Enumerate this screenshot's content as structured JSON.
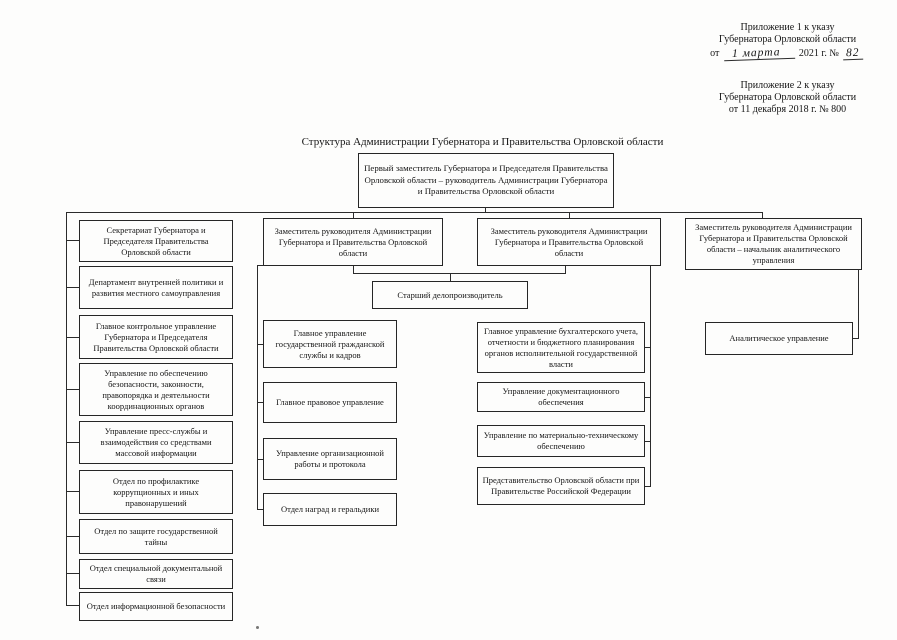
{
  "annexes": [
    {
      "line1": "Приложение 1 к указу",
      "line2": "Губернатора Орловской области",
      "prefix": "от",
      "handwritten_date": "1 марта",
      "middle": "2021 г. №",
      "handwritten_number": "82"
    },
    {
      "line1": "Приложение 2 к указу",
      "line2": "Губернатора Орловской области",
      "line3": "от 11 декабря 2018 г. № 800"
    }
  ],
  "title": "Структура Администрации Губернатора и Правительства Орловской области",
  "root": "Первый заместитель Губернатора и Председателя Правительства Орловской области – руководитель Администрации Губернатора и Правительства Орловской области",
  "senior_clerk": "Старший делопроизводитель",
  "column1": {
    "boxes": [
      "Секретариат Губернатора и Председателя Правительства Орловской области",
      "Департамент внутренней политики и развития местного самоуправления",
      "Главное контрольное управление Губернатора и Председателя Правительства Орловской области",
      "Управление по обеспечению безопасности, законности, правопорядка и деятельности координационных органов",
      "Управление пресс-службы и взаимодействия со средствами массовой информации",
      "Отдел по профилактике коррупционных и иных правонарушений",
      "Отдел по защите государственной тайны",
      "Отдел специальной документальной связи",
      "Отдел информационной безопасности"
    ]
  },
  "column2": {
    "head": "Заместитель руководителя Администрации Губернатора и Правительства Орловской области",
    "boxes": [
      "Главное управление государственной гражданской службы и кадров",
      "Главное правовое управление",
      "Управление организационной работы и протокола",
      "Отдел наград и геральдики"
    ]
  },
  "column3": {
    "head": "Заместитель руководителя Администрации Губернатора и Правительства Орловской области",
    "boxes": [
      "Главное управление бухгалтерского учета, отчетности и бюджетного планирования органов исполнительной государственной власти",
      "Управление документационного обеспечения",
      "Управление по материально-техническому обеспечению",
      "Представительство Орловской области при Правительстве Российской Федерации"
    ]
  },
  "column4": {
    "head": "Заместитель руководителя Администрации Губернатора и Правительства Орловской области – начальник аналитического управления",
    "boxes": [
      "Аналитическое управление"
    ]
  }
}
